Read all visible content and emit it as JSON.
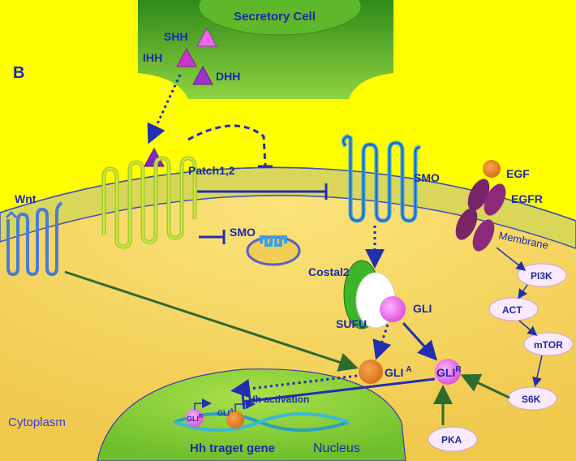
{
  "panel_label": "B",
  "secretory_cell": "Secretory Cell",
  "ligands": {
    "shh": "SHH",
    "ihh": "IHH",
    "dhh": "DHH"
  },
  "receptors": {
    "patch": "Patch1,2",
    "smo": "SMO",
    "smo_internal": "SMO",
    "wnt": "Wnt",
    "egf": "EGF",
    "egfr": "EGFR"
  },
  "membrane": "Membrane",
  "cytoplasm": "Cytoplasm",
  "nucleus": "Nucleus",
  "complex": {
    "costal2": "Costal2",
    "sufu": "SUFU",
    "gli": "GLI"
  },
  "gli_active": {
    "base": "GLI",
    "sup": "A"
  },
  "gli_repressor": {
    "base": "GLI",
    "sup": "R"
  },
  "pathway": {
    "pi3k": "PI3K",
    "act": "ACT",
    "mtor": "mTOR",
    "s6k": "S6K",
    "pka": "PKA"
  },
  "dna": {
    "gli_r_base": "GLI",
    "gli_r_sup": "R",
    "gli_a_base": "GLI",
    "gli_a_sup": "A",
    "hh_activation": "Hh activation",
    "target_gene": "Hh traget gene"
  },
  "colors": {
    "background": "#ffff00",
    "membrane": "#d9d65a",
    "cytoplasm": "#f2cd55",
    "nucleus": "#8fd63c",
    "secretory_cell": "#7cc83a",
    "arrow_blue": "#1f2fb0",
    "arrow_green": "#2e6b2e",
    "egfr_purple": "#7a2468",
    "egf_orange": "#e07a1a",
    "ligand_magenta": "#cc33cc"
  }
}
